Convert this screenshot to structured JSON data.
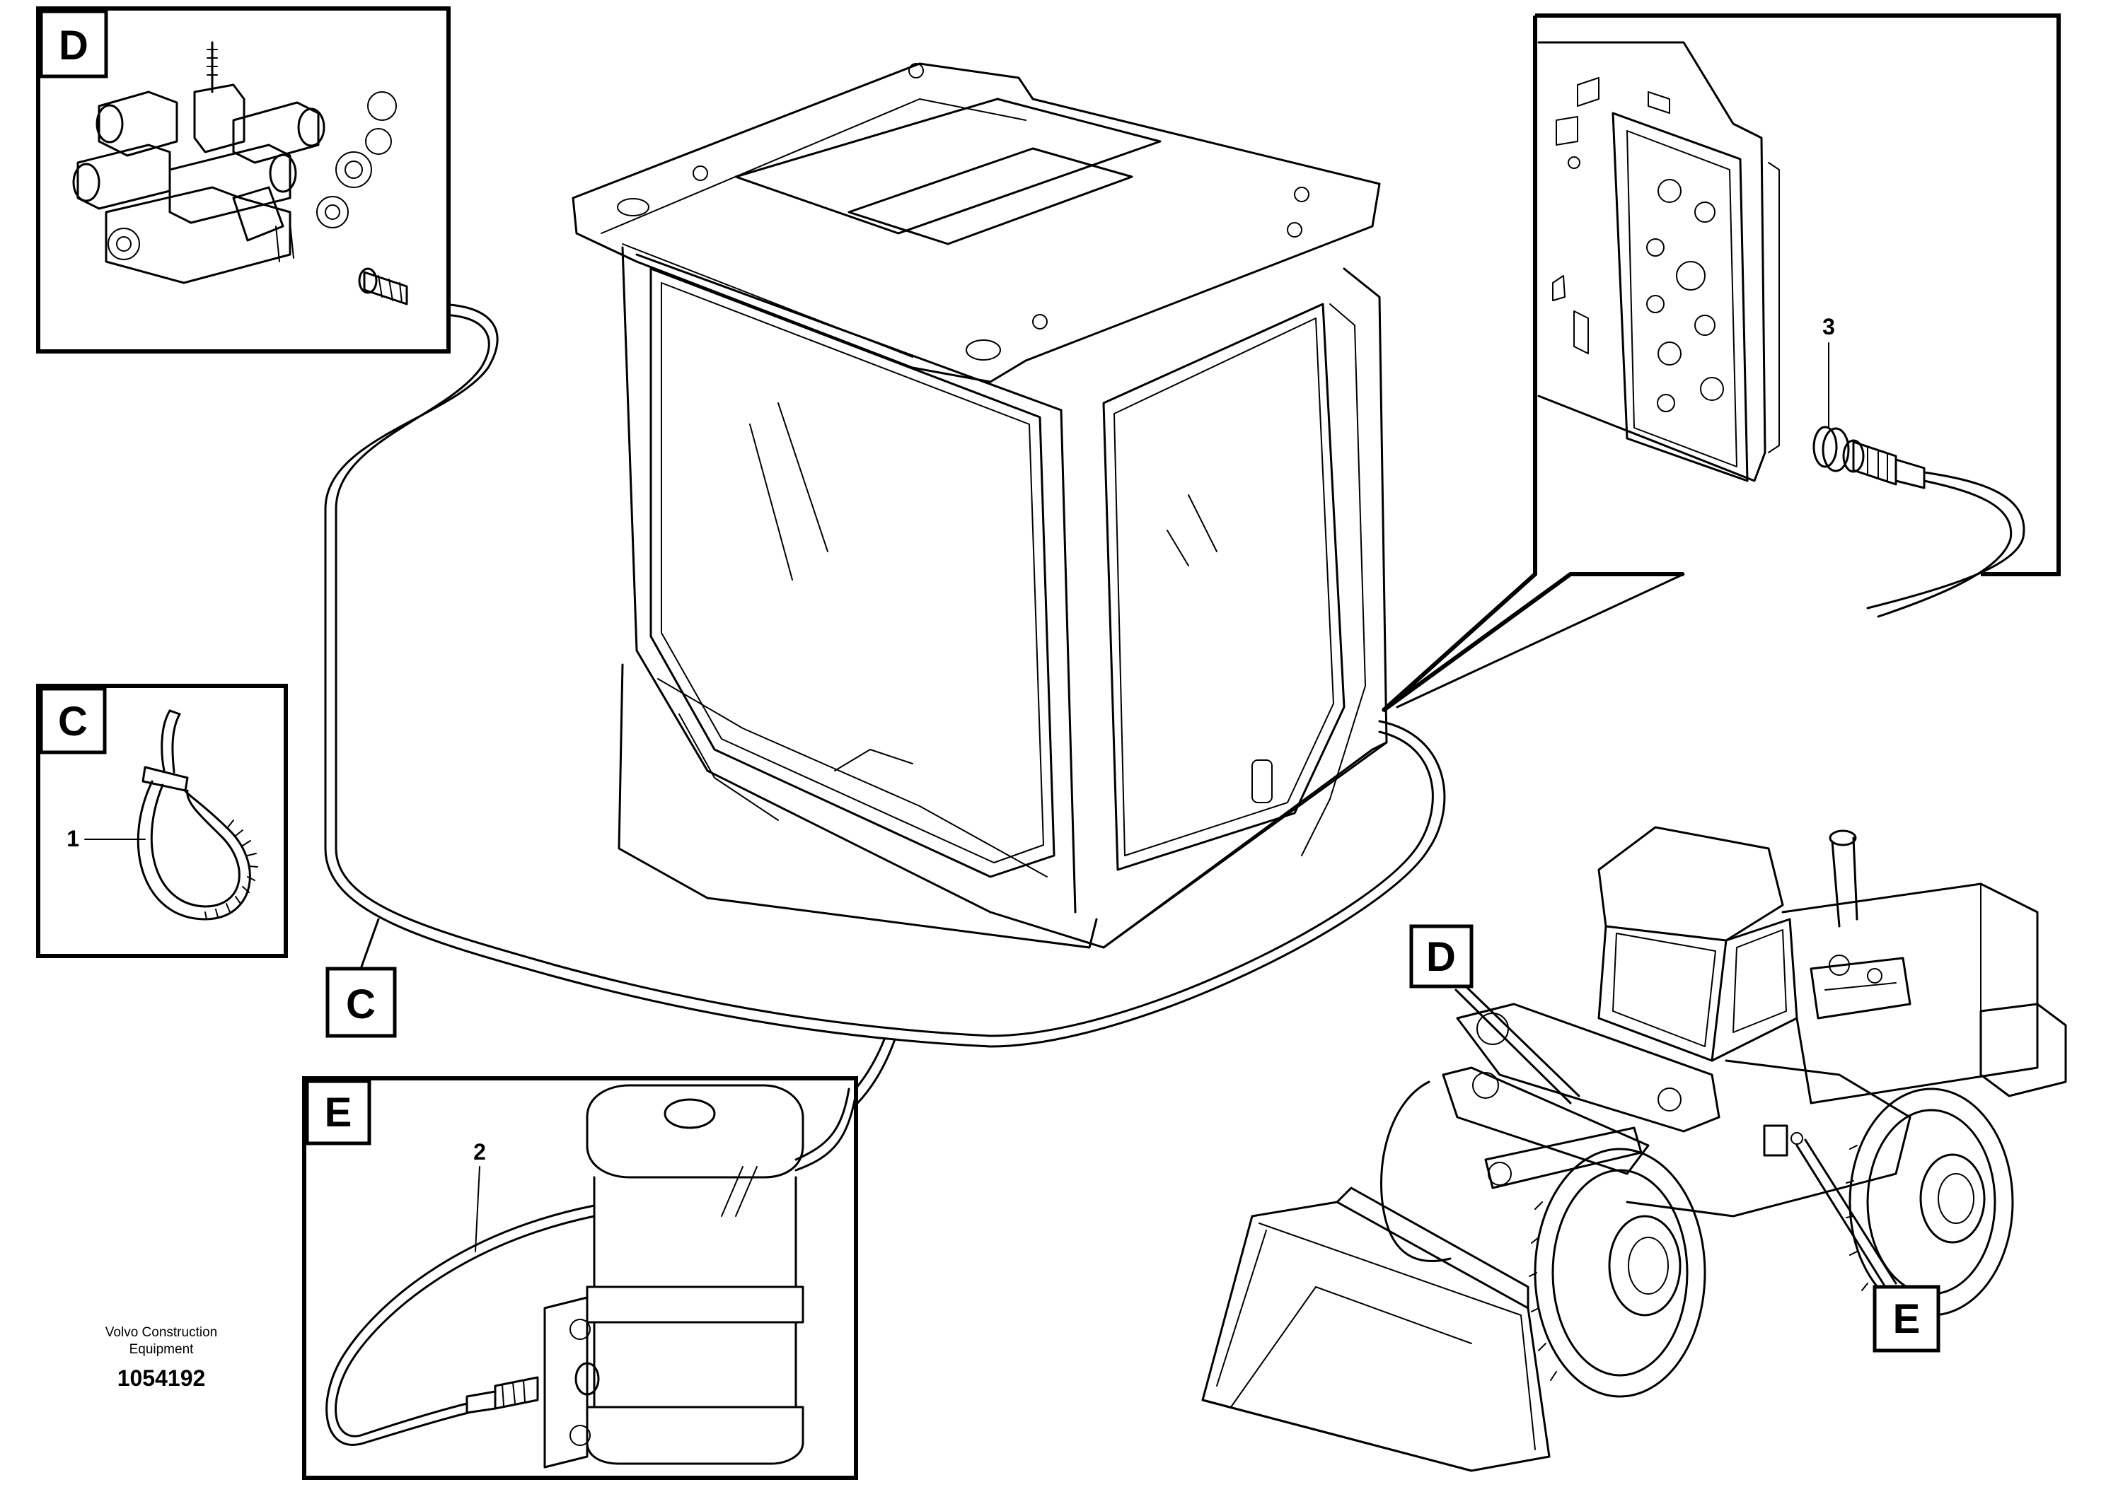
{
  "diagram": {
    "callouts": {
      "detail_d": "D",
      "detail_c": "C",
      "detail_e": "E",
      "main_c": "C",
      "loader_d": "D",
      "loader_e": "E"
    },
    "items": {
      "item1": "1",
      "item2": "2",
      "item3": "3"
    },
    "footer": {
      "maker_line1": "Volvo Construction",
      "maker_line2": "Equipment",
      "part_number": "1054192"
    }
  }
}
